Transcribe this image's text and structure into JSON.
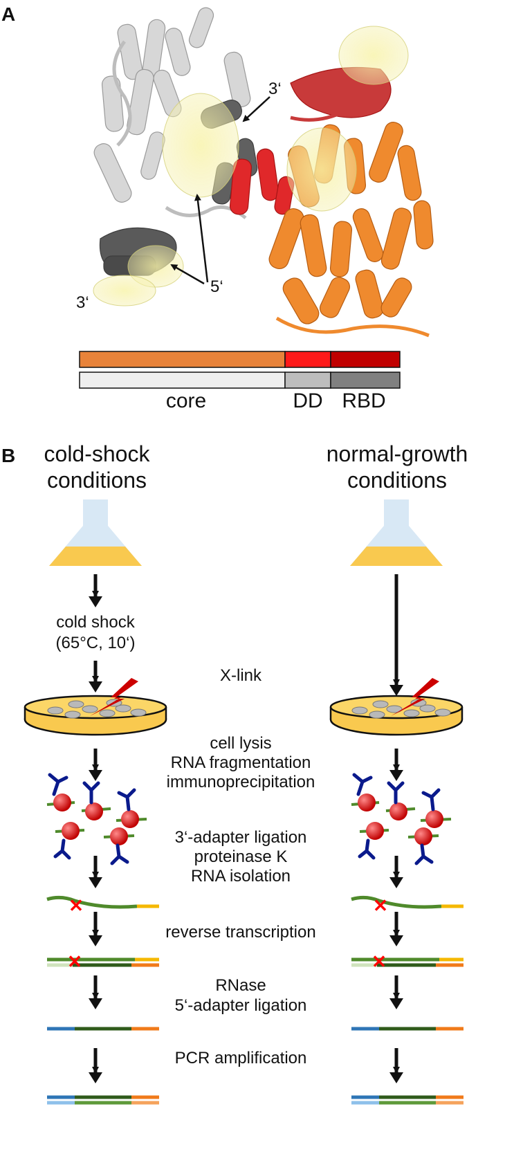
{
  "panel_a": {
    "label": "A",
    "annotations": {
      "three_prime_top": "3‘",
      "five_prime": "5‘",
      "three_prime_bottom": "3‘"
    },
    "domain_bar": {
      "labels": {
        "core": "core",
        "dd": "DD",
        "rbd": "RBD"
      },
      "colors": {
        "core_orange": "#e8833a",
        "dd_red": "#ff1a1a",
        "rbd_darkred": "#c00000",
        "core_gray": "#efefef",
        "dd_gray": "#bdbdbd",
        "rbd_gray": "#808080"
      }
    }
  },
  "panel_b": {
    "label": "B",
    "left_title": [
      "cold-shock",
      "conditions"
    ],
    "right_title": [
      "normal-growth",
      "conditions"
    ],
    "cold_shock_step": [
      "cold shock",
      "(65°C, 10‘)"
    ],
    "steps": {
      "xlink": "X-link",
      "lysis": [
        "cell lysis",
        "RNA fragmentation",
        "immunoprecipitation"
      ],
      "ligation": [
        "3‘-adapter ligation",
        "proteinase K",
        "RNA isolation"
      ],
      "rt": "reverse transcription",
      "rnase": [
        "RNase",
        "5‘-adapter ligation"
      ],
      "pcr": "PCR amplification"
    },
    "colors": {
      "antibody": "#0a1a8c",
      "protein": "#e01010",
      "rna": "#4f8a2b",
      "adapter3": "#f5b800",
      "adapter5": "#2e75b6",
      "crosslink": "#ff0000",
      "medium": "#f9c94f",
      "flask": "#d8e8f5",
      "bolt": "#cc0000"
    }
  }
}
